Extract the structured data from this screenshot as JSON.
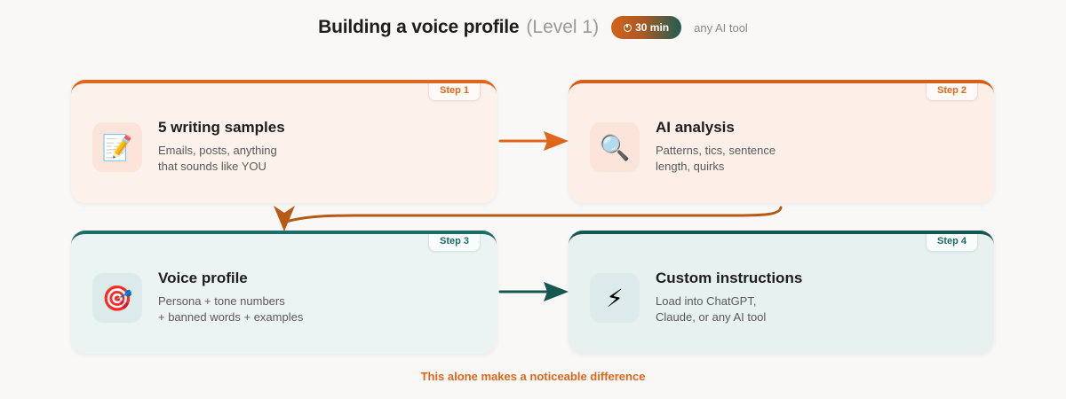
{
  "header": {
    "title": "Building a voice profile",
    "level": "(Level 1)",
    "duration_badge": "30 min",
    "duration_icon": "clock-icon",
    "tool_note": "any AI tool"
  },
  "steps": [
    {
      "tag": "Step 1",
      "title": "5 writing samples",
      "desc_line1": "Emails, posts, anything",
      "desc_line2": "that sounds like YOU",
      "icon": "📝",
      "icon_name": "memo-pencil-icon",
      "accent": "#e0661b"
    },
    {
      "tag": "Step 2",
      "title": "AI analysis",
      "desc_line1": "Patterns, tics, sentence",
      "desc_line2": "length, quirks",
      "icon": "🔍",
      "icon_name": "magnifying-glass-icon",
      "accent": "#d65f19"
    },
    {
      "tag": "Step 3",
      "title": "Voice profile",
      "desc_line1": "Persona + tone numbers",
      "desc_line2": "+ banned words + examples",
      "icon": "🎯",
      "icon_name": "bullseye-dart-icon",
      "accent": "#1c6e64"
    },
    {
      "tag": "Step 4",
      "title": "Custom instructions",
      "desc_line1": "Load into ChatGPT,",
      "desc_line2": "Claude, or any AI tool",
      "icon": "⚡",
      "icon_name": "lightning-icon",
      "accent": "#15584f"
    }
  ],
  "footer": {
    "note": "This alone makes a noticeable difference"
  },
  "colors": {
    "orange": "#e0661b",
    "dark_orange": "#b85a14",
    "teal": "#1c6e64",
    "dark_teal": "#15584f",
    "background": "#f9f8f6"
  }
}
